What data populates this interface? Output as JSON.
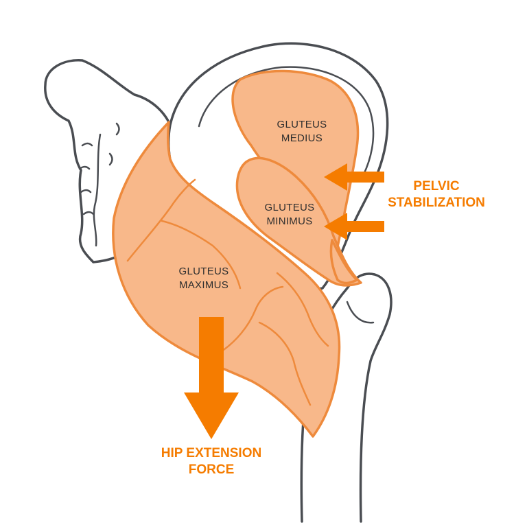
{
  "colors": {
    "accent": "#f57c00",
    "muscle_fill": "#f8b88a",
    "muscle_stroke": "#ee8a3c",
    "bone_stroke": "#4a4d52"
  },
  "muscles": {
    "medius": {
      "line1": "GLUTEUS",
      "line2": "MEDIUS"
    },
    "minimus": {
      "line1": "GLUTEUS",
      "line2": "MINIMUS"
    },
    "maximus": {
      "line1": "GLUTEUS",
      "line2": "MAXIMUS"
    }
  },
  "forces": {
    "pelvic": {
      "line1": "PELVIC",
      "line2": "STABILIZATION"
    },
    "hip": {
      "line1": "HIP EXTENSION",
      "line2": "FORCE"
    }
  }
}
